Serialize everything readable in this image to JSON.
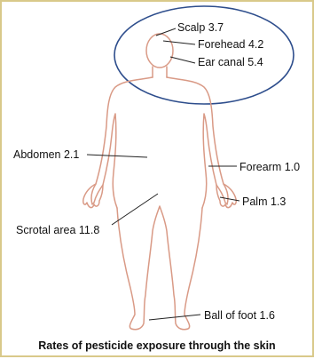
{
  "figure": {
    "caption": "Rates of pesticide exposure through the skin",
    "colors": {
      "body_outline": "#d99a86",
      "head_ellipse": "#2d4d8c",
      "leader_line": "#222222",
      "frame_border": "#d9c98a"
    },
    "labels": {
      "scalp": "Scalp 3.7",
      "forehead": "Forehead 4.2",
      "ear_canal": "Ear canal 5.4",
      "abdomen": "Abdomen 2.1",
      "forearm": "Forearm 1.0",
      "palm": "Palm 1.3",
      "scrotal_area": "Scrotal area 11.8",
      "ball_of_foot": "Ball of foot 1.6"
    }
  }
}
